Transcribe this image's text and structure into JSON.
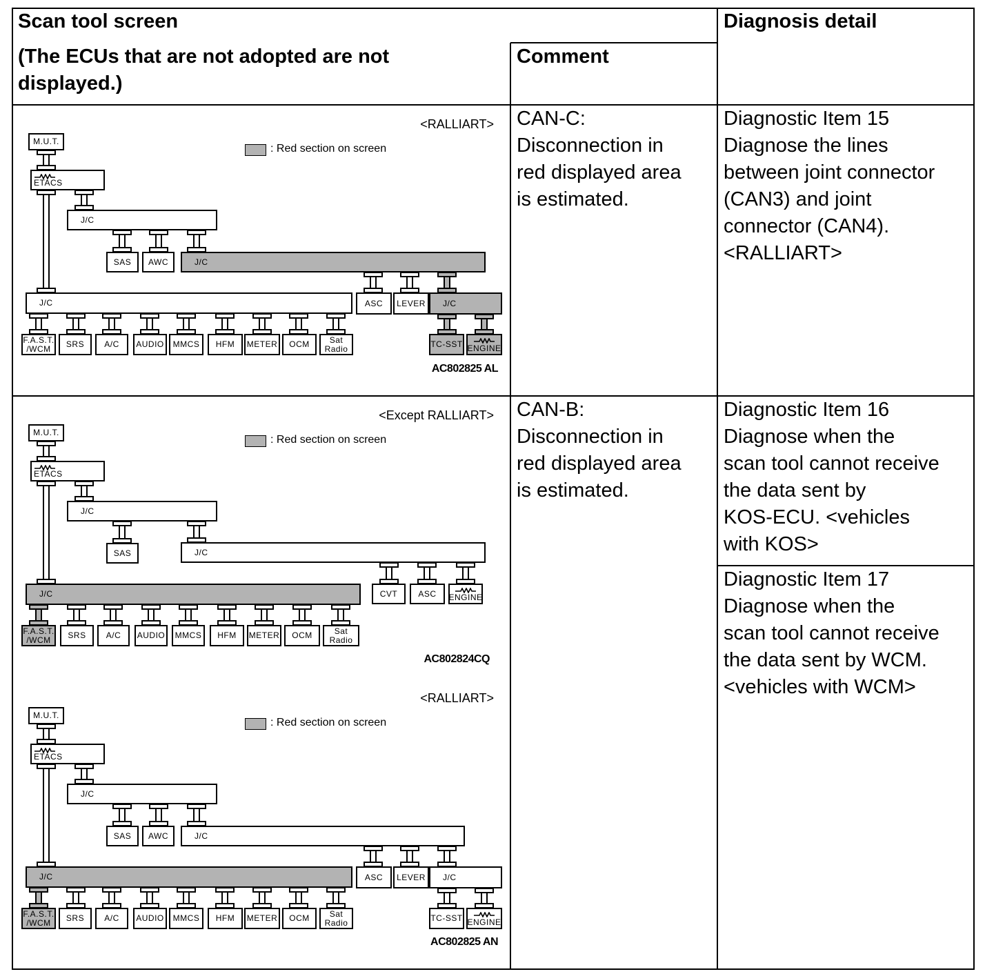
{
  "table": {
    "header": {
      "scan_tool_screen": "Scan tool screen",
      "scan_tool_note": "(The ECUs that are not adopted are not\ndisplayed.)",
      "comment": "Comment",
      "diagnosis_detail": "Diagnosis detail"
    },
    "rows": [
      {
        "comment": "CAN-C:\nDisconnection in\nred displayed area\nis estimated.",
        "details": [
          "Diagnostic Item 15\nDiagnose the lines\nbetween joint connector\n(CAN3) and joint\nconnector (CAN4).\n<RALLIART>"
        ]
      },
      {
        "comment": "CAN-B:\nDisconnection in\nred displayed area\nis estimated.",
        "details": [
          "Diagnostic Item 16\nDiagnose when the\nscan tool cannot receive\nthe data sent by\nKOS-ECU. <vehicles\nwith KOS>",
          "Diagnostic Item 17\nDiagnose when the\nscan tool cannot receive\nthe data sent by WCM.\n<vehicles with WCM>"
        ]
      }
    ]
  },
  "highlight_color": "#b3b3b3",
  "diagrams": [
    {
      "variant": "<RALLIART>",
      "legend": ": Red section on screen",
      "code": "AC802825 AL",
      "nodes": [
        {
          "label": "M.U.T.",
          "highlighted": false
        },
        {
          "label": "ETACS",
          "highlighted": false,
          "icon": "resistor-icon"
        },
        {
          "label": "J/C",
          "highlighted": false
        },
        {
          "label": "SAS",
          "highlighted": false
        },
        {
          "label": "AWC",
          "highlighted": false
        },
        {
          "label": "J/C",
          "highlighted": true
        },
        {
          "label": "J/C",
          "highlighted": false
        },
        {
          "label": "ASC",
          "highlighted": false
        },
        {
          "label": "LEVER",
          "highlighted": false
        },
        {
          "label": "J/C",
          "highlighted": true
        },
        {
          "label": "F.A.S.T.\n/WCM",
          "highlighted": false
        },
        {
          "label": "SRS",
          "highlighted": false
        },
        {
          "label": "A/C",
          "highlighted": false
        },
        {
          "label": "AUDIO",
          "highlighted": false
        },
        {
          "label": "MMCS",
          "highlighted": false
        },
        {
          "label": "HFM",
          "highlighted": false
        },
        {
          "label": "METER",
          "highlighted": false
        },
        {
          "label": "OCM",
          "highlighted": false
        },
        {
          "label": "Sat\nRadio",
          "highlighted": false
        },
        {
          "label": "TC-SST",
          "highlighted": true
        },
        {
          "label": "ENGINE",
          "highlighted": true,
          "icon": "resistor-icon"
        }
      ]
    },
    {
      "variant": "<Except RALLIART>",
      "legend": ": Red section on screen",
      "code": "AC802824CQ",
      "nodes": [
        {
          "label": "M.U.T.",
          "highlighted": false
        },
        {
          "label": "ETACS",
          "highlighted": false,
          "icon": "resistor-icon"
        },
        {
          "label": "J/C",
          "highlighted": false
        },
        {
          "label": "SAS",
          "highlighted": false
        },
        {
          "label": "J/C",
          "highlighted": false
        },
        {
          "label": "J/C",
          "highlighted": true
        },
        {
          "label": "CVT",
          "highlighted": false
        },
        {
          "label": "ASC",
          "highlighted": false
        },
        {
          "label": "ENGINE",
          "highlighted": false,
          "icon": "resistor-icon"
        },
        {
          "label": "F.A.S.T.\n/WCM",
          "highlighted": true
        },
        {
          "label": "SRS",
          "highlighted": false
        },
        {
          "label": "A/C",
          "highlighted": false
        },
        {
          "label": "AUDIO",
          "highlighted": false
        },
        {
          "label": "MMCS",
          "highlighted": false
        },
        {
          "label": "HFM",
          "highlighted": false
        },
        {
          "label": "METER",
          "highlighted": false
        },
        {
          "label": "OCM",
          "highlighted": false
        },
        {
          "label": "Sat\nRadio",
          "highlighted": false
        }
      ]
    },
    {
      "variant": "<RALLIART>",
      "legend": ": Red section on screen",
      "code": "AC802825 AN",
      "nodes": [
        {
          "label": "M.U.T.",
          "highlighted": false
        },
        {
          "label": "ETACS",
          "highlighted": false,
          "icon": "resistor-icon"
        },
        {
          "label": "J/C",
          "highlighted": false
        },
        {
          "label": "SAS",
          "highlighted": false
        },
        {
          "label": "AWC",
          "highlighted": false
        },
        {
          "label": "J/C",
          "highlighted": false
        },
        {
          "label": "J/C",
          "highlighted": true
        },
        {
          "label": "ASC",
          "highlighted": false
        },
        {
          "label": "LEVER",
          "highlighted": false
        },
        {
          "label": "J/C",
          "highlighted": false
        },
        {
          "label": "F.A.S.T.\n/WCM",
          "highlighted": true
        },
        {
          "label": "SRS",
          "highlighted": false
        },
        {
          "label": "A/C",
          "highlighted": false
        },
        {
          "label": "AUDIO",
          "highlighted": false
        },
        {
          "label": "MMCS",
          "highlighted": false
        },
        {
          "label": "HFM",
          "highlighted": false
        },
        {
          "label": "METER",
          "highlighted": false
        },
        {
          "label": "OCM",
          "highlighted": false
        },
        {
          "label": "Sat\nRadio",
          "highlighted": false
        },
        {
          "label": "TC-SST",
          "highlighted": false
        },
        {
          "label": "ENGINE",
          "highlighted": false,
          "icon": "resistor-icon"
        }
      ]
    }
  ]
}
